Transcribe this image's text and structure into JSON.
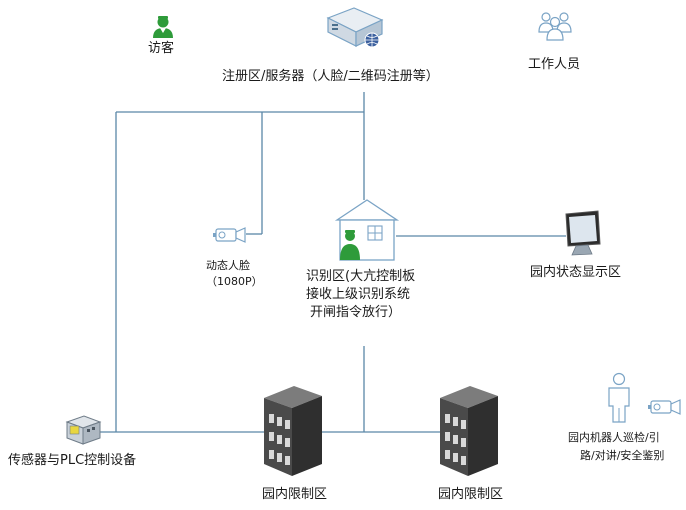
{
  "diagram": {
    "visitor_label": "访客",
    "server_label": "注册区/服务器（人脸/二维码注册等）",
    "staff_label": "工作人员",
    "dynamic_face_line1": "动态人脸",
    "dynamic_face_line2": "（1080P）",
    "recognition_line1": "识别区(大亢控制板",
    "recognition_line2": "接收上级识别系统",
    "recognition_line3": "开闸指令放行）",
    "status_display_label": "园内状态显示区",
    "sensor_label": "传感器与PLC控制设备",
    "restricted_1_label": "园内限制区",
    "restricted_2_label": "园内限制区",
    "robot_line1": "园内机器人巡检/引",
    "robot_line2": "路/对讲/安全鉴别"
  },
  "colors": {
    "line": "#5b87a8",
    "icon_green": "#2e9b3a",
    "building_dark": "#3f3f3f",
    "outline_blue": "#7aa3c5"
  }
}
